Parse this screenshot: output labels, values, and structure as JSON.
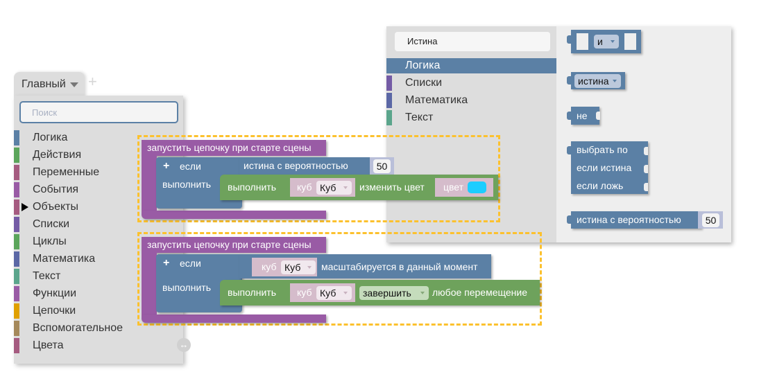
{
  "workspace": {
    "tab": {
      "label": "Главный",
      "add_label": "+"
    },
    "search": {
      "placeholder": "Поиск"
    },
    "categories": [
      {
        "label": "Логика",
        "color": "#5b80a5"
      },
      {
        "label": "Действия",
        "color": "#5ba55b"
      },
      {
        "label": "Переменные",
        "color": "#a55b80"
      },
      {
        "label": "События",
        "color": "#995ba5"
      },
      {
        "label": "Объекты",
        "color": "#a55b80",
        "expanded_arrow": true
      },
      {
        "label": "Списки",
        "color": "#745ba5"
      },
      {
        "label": "Циклы",
        "color": "#5ba55b"
      },
      {
        "label": "Математика",
        "color": "#5b67a5"
      },
      {
        "label": "Текст",
        "color": "#5ba58c"
      },
      {
        "label": "Функции",
        "color": "#995ba5"
      },
      {
        "label": "Цепочки",
        "color": "#e0a000"
      },
      {
        "label": "Вспомогательное",
        "color": "#a5895b"
      },
      {
        "label": "Цвета",
        "color": "#a55b80"
      }
    ],
    "resize_icon": "↔"
  },
  "flyout": {
    "search_value": "Истина",
    "categories": [
      {
        "label": "Логика",
        "color": "#5b80a5",
        "selected": true
      },
      {
        "label": "Списки",
        "color": "#745ba5"
      },
      {
        "label": "Математика",
        "color": "#5b67a5"
      },
      {
        "label": "Текст",
        "color": "#5ba58c"
      }
    ],
    "blocks": {
      "and_block": {
        "op": "и"
      },
      "true_block": {
        "value": "истина"
      },
      "not_block": {
        "label": "не"
      },
      "ternary_block": {
        "line1": "выбрать по",
        "line2": "если истина",
        "line3": "если ложь"
      },
      "random_block": {
        "label": "истина с вероятностью",
        "value": "50"
      }
    }
  },
  "scripts": [
    {
      "hat": "запустить цепочку при старте сцены",
      "if_label": "если",
      "plus": "+",
      "do_label": "выполнить",
      "condition": {
        "label": "истина с вероятностью",
        "value": "50"
      },
      "action": {
        "label": "выполнить",
        "object_prefix": "куб",
        "object_value": "Куб",
        "verb": "изменить цвет",
        "color_label": "цвет",
        "color_value": "#1ccdff"
      }
    },
    {
      "hat": "запустить цепочку при старте сцены",
      "if_label": "если",
      "plus": "+",
      "do_label": "выполнить",
      "condition": {
        "object_prefix": "куб",
        "object_value": "Куб",
        "label": "масштабируется в данный момент"
      },
      "action": {
        "label": "выполнить",
        "object_prefix": "куб",
        "object_value": "Куб",
        "mode_value": "завершить",
        "suffix": "любое перемещение"
      }
    }
  ]
}
